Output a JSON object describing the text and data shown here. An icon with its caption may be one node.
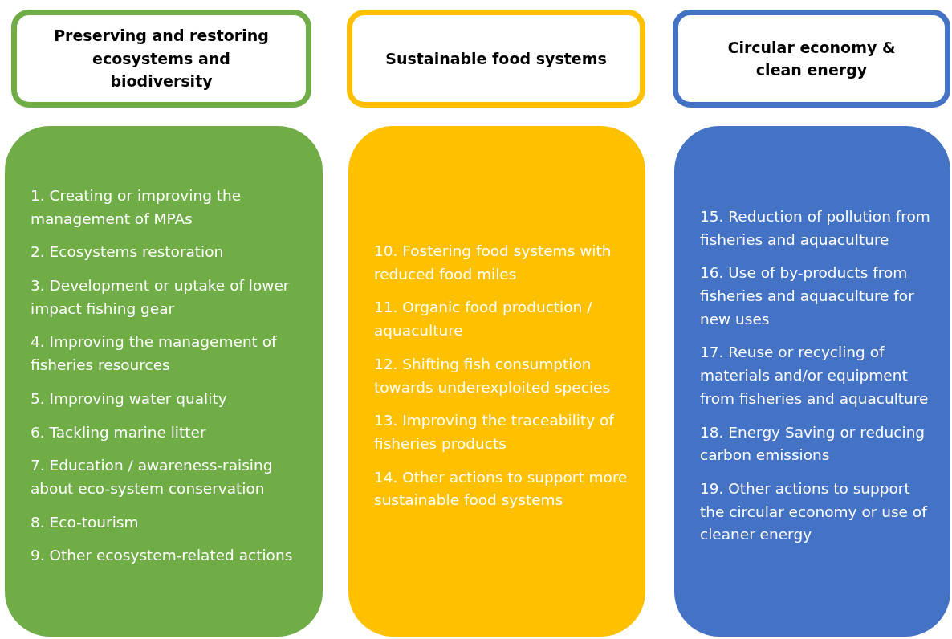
{
  "diagram": {
    "nodes": [
      {
        "text": [
          "Preserving and restoring ecosystems and biodiversity"
        ]
      },
      {
        "text": [
          "Sustainable food systems"
        ]
      },
      {
        "text": [
          "Circular economy & clean energy"
        ]
      },
      {
        "text": [
          "1. Creating or improving the management of MPAs",
          "2. Ecosystems restoration",
          "3. Development or uptake of lower impact fishing gear",
          "4. Improving the management of fisheries resources",
          "5. Improving water quality",
          "6. Tackling marine litter",
          "7. Education / awareness-raising about eco-system conservation",
          "8. Eco-tourism",
          "9. Other ecosystem-related actions"
        ]
      },
      {
        "text": [
          "10. Fostering food systems with reduced food miles",
          "11. Organic food production / aquaculture",
          "12. Shifting fish consumption towards underexploited species",
          "13. Improving the traceability of fisheries products",
          "14. Other actions to support more sustainable food systems"
        ]
      },
      {
        "text": [
          "15. Reduction of pollution from fisheries and aquaculture",
          "16. Use of by-products from fisheries and aquaculture for new uses",
          "17. Reuse or recycling of materials and/or equipment from fisheries and aquaculture",
          "18. Energy Saving or reducing carbon emissions",
          "19. Other actions to support the circular economy or use of cleaner energy"
        ]
      }
    ]
  }
}
